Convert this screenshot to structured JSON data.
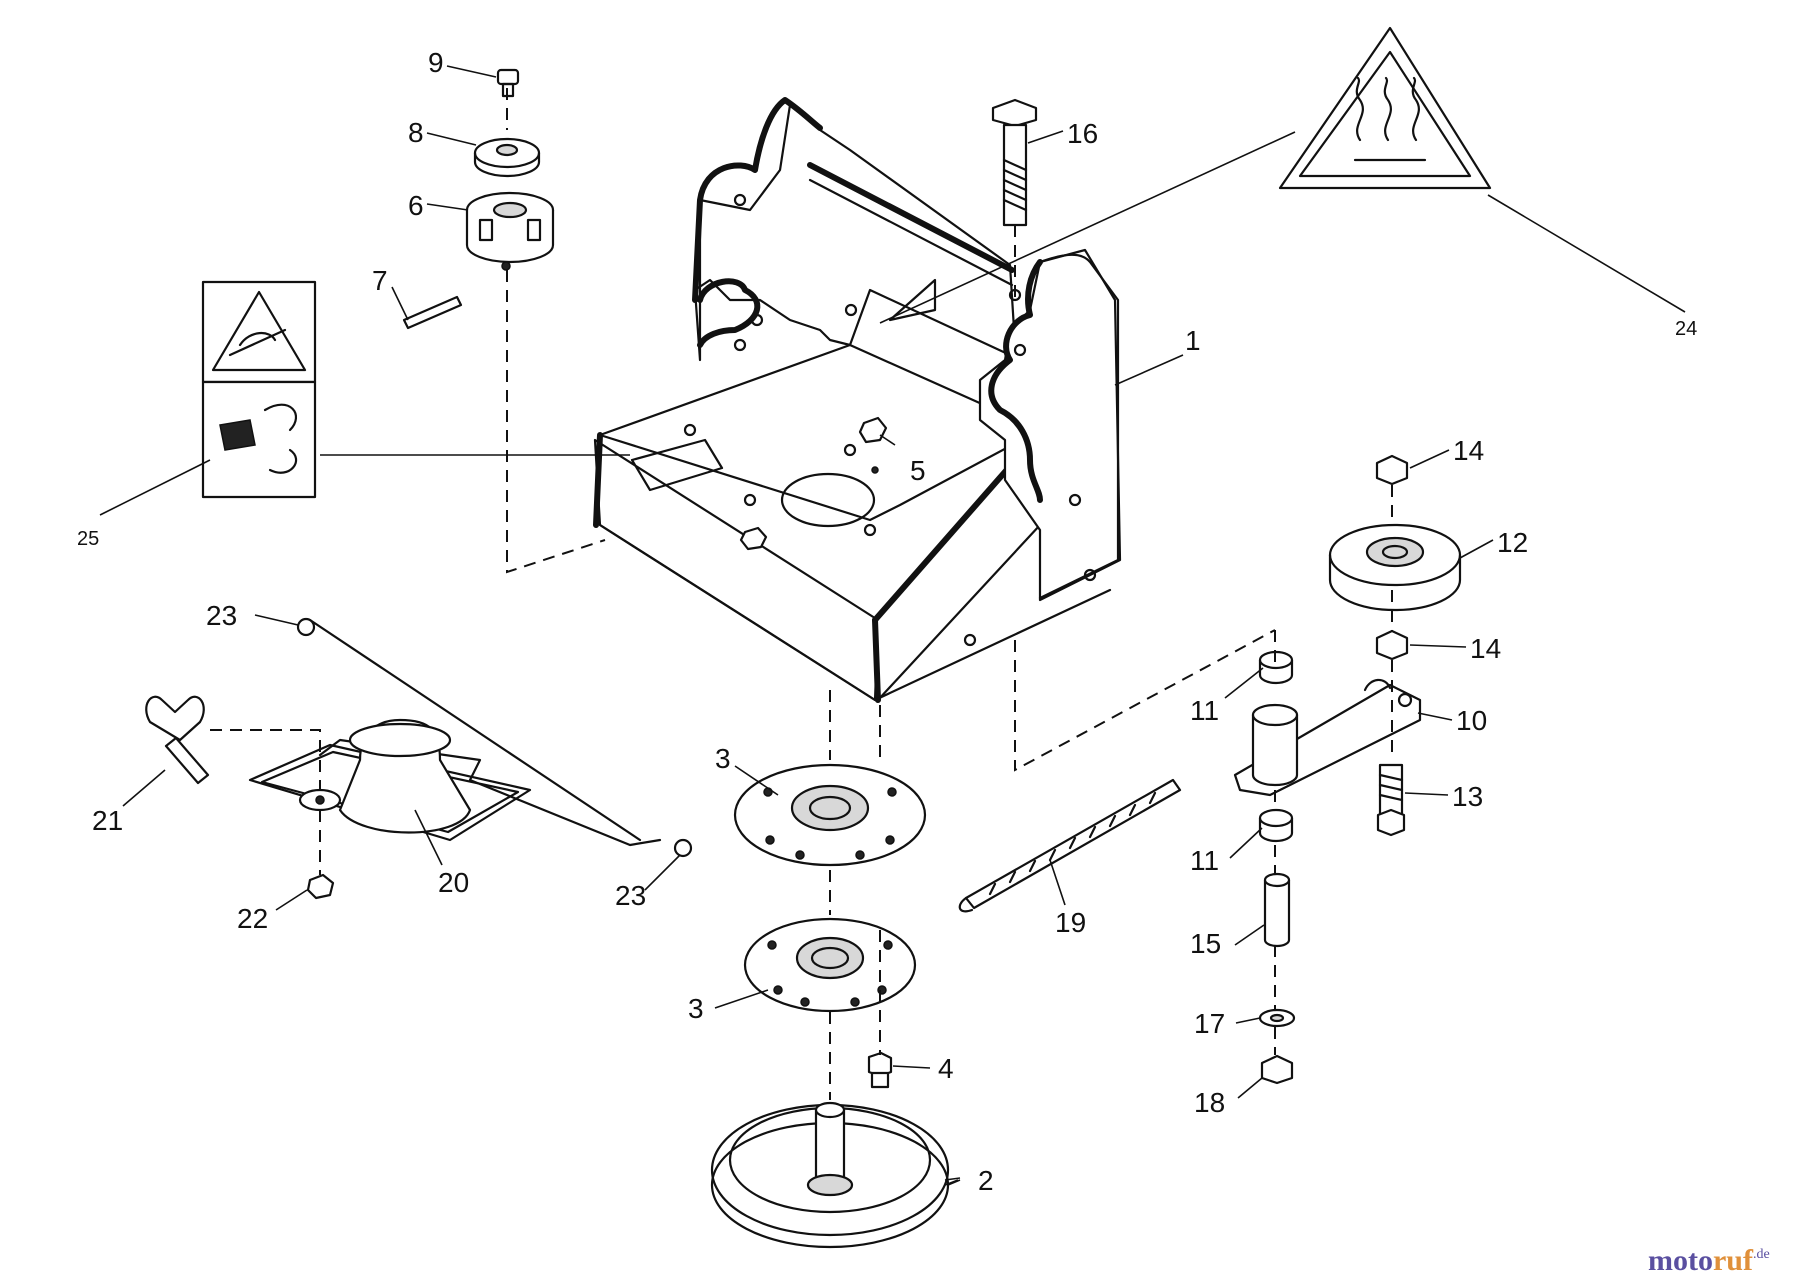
{
  "callouts": {
    "c1": "1",
    "c2": "2",
    "c3a": "3",
    "c3b": "3",
    "c4": "4",
    "c5": "5",
    "c6": "6",
    "c7": "7",
    "c8": "8",
    "c9": "9",
    "c10": "10",
    "c11a": "11",
    "c11b": "11",
    "c12": "12",
    "c13": "13",
    "c14a": "14",
    "c14b": "14",
    "c15": "15",
    "c16": "16",
    "c17": "17",
    "c18": "18",
    "c19": "19",
    "c20": "20",
    "c21": "21",
    "c22": "22",
    "c23a": "23",
    "c23b": "23",
    "c24": "24",
    "c25": "25"
  },
  "watermark": {
    "brand": "motoruf",
    "brand_a": "moto",
    "brand_b": "ruf",
    "suffix": ".de"
  },
  "colors": {
    "line": "#111111",
    "watermark_purple": "#5a4fa0",
    "watermark_orange": "#e0903a"
  }
}
